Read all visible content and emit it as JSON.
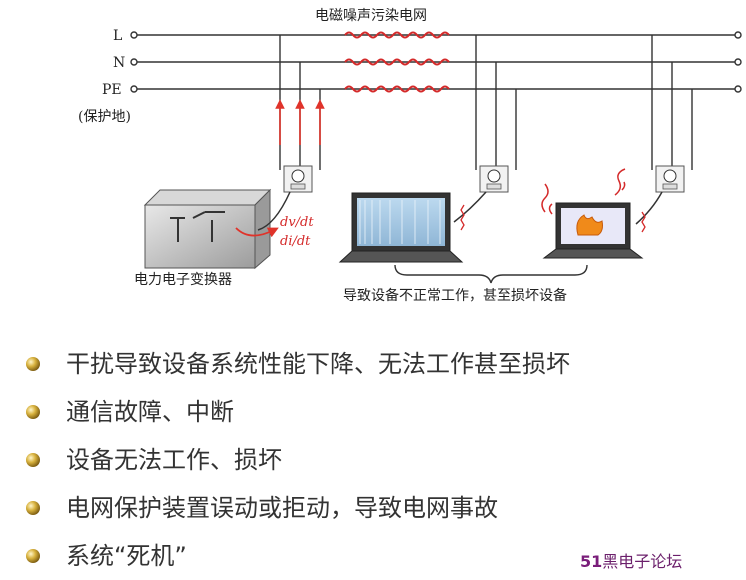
{
  "diagram": {
    "title": "电磁噪声污染电网",
    "lines": [
      "L",
      "N",
      "PE"
    ],
    "pe_note": "(保护地)",
    "converter_label": "电力电子变换器",
    "dv_dt": "dv/dt",
    "di_dt": "di/dt",
    "effect_label": "导致设备不正常工作，甚至损坏设备"
  },
  "bullets": [
    "干扰导致设备系统性能下降、无法工作甚至损坏",
    "通信故障、中断",
    "设备无法工作、损坏",
    "电网保护装置误动或拒动，导致电网事故",
    "系统“死机”"
  ],
  "watermark": {
    "num": "51",
    "text": "黑电子论坛"
  },
  "colors": {
    "noise": "#d42a2a",
    "arrow": "#e0332a",
    "bullet": "#c9a23a",
    "watermark": "#6b1f6b"
  }
}
